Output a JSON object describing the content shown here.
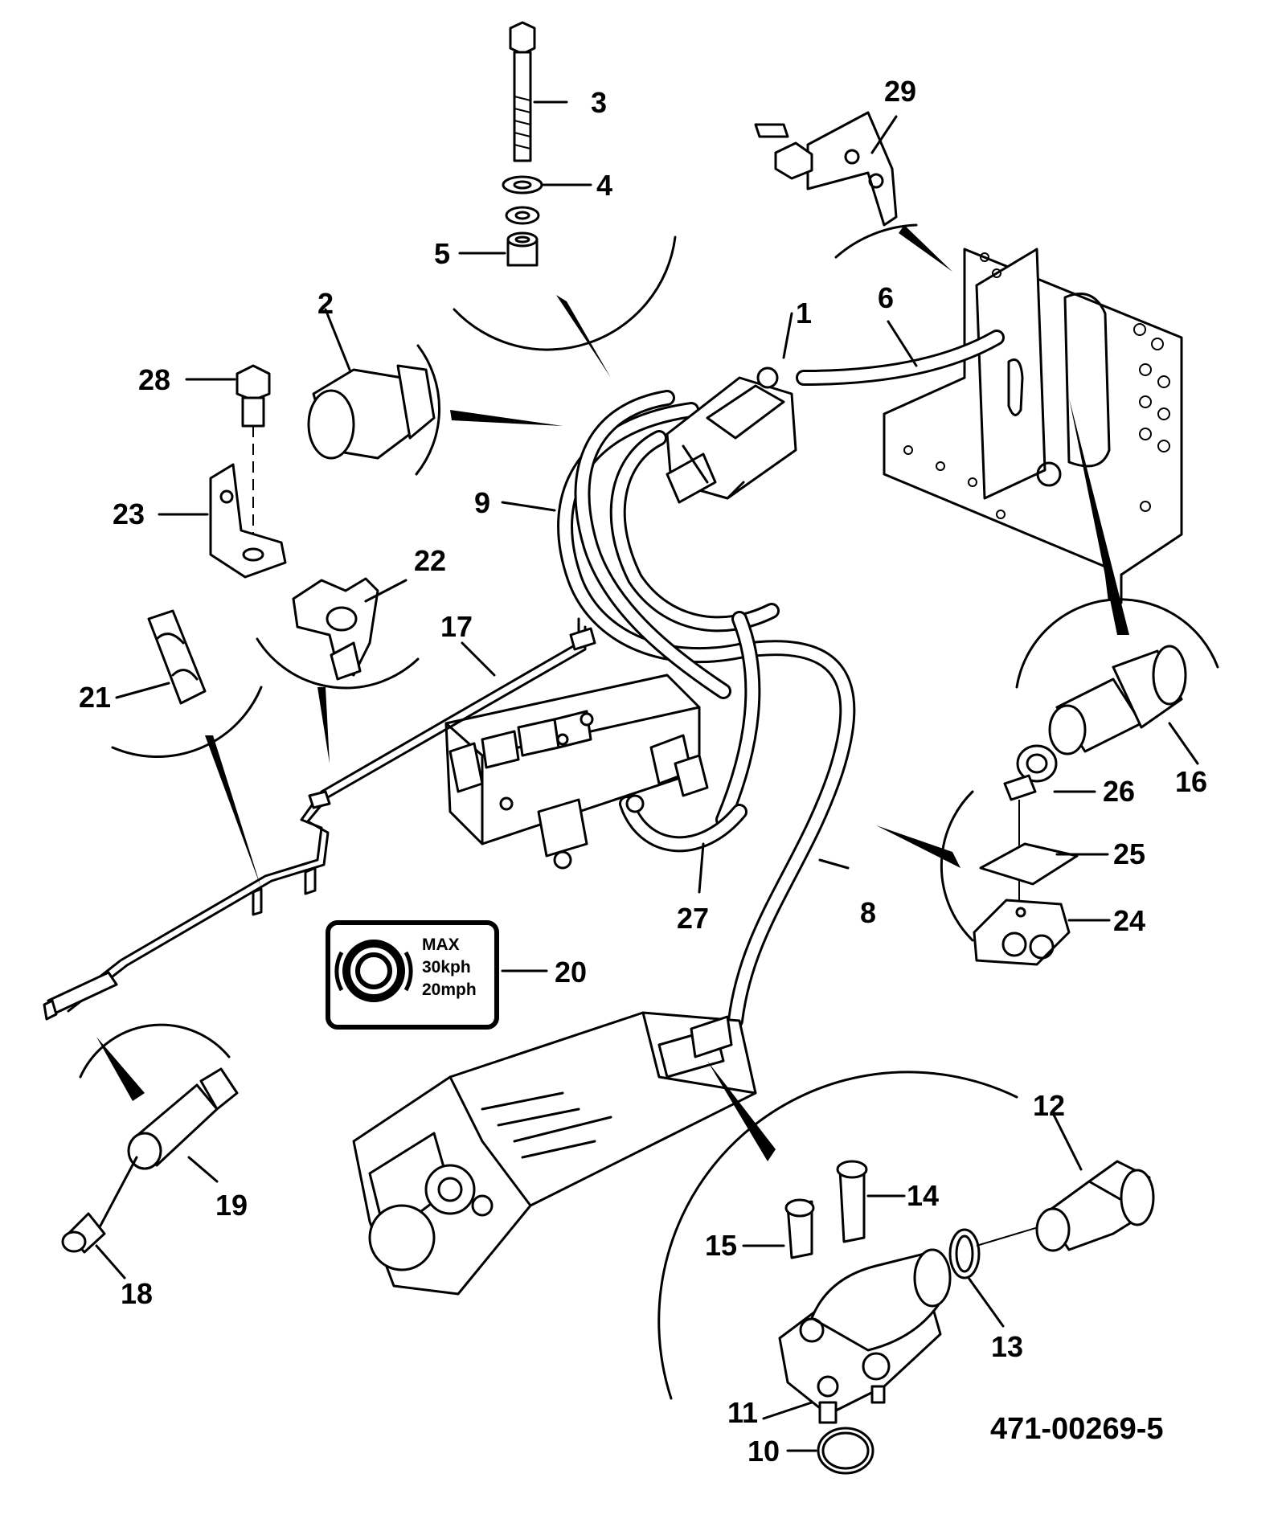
{
  "reference_number": "471-00269-5",
  "decal": {
    "line1": "MAX",
    "line2": "30kph",
    "line3": "20mph"
  },
  "callouts": {
    "c1": "1",
    "c2": "2",
    "c3": "3",
    "c4": "4",
    "c5": "5",
    "c6": "6",
    "c8": "8",
    "c9": "9",
    "c10": "10",
    "c11": "11",
    "c12": "12",
    "c13": "13",
    "c14": "14",
    "c15": "15",
    "c16": "16",
    "c17": "17",
    "c18": "18",
    "c19": "19",
    "c20": "20",
    "c21": "21",
    "c22": "22",
    "c23": "23",
    "c24": "24",
    "c25": "25",
    "c26": "26",
    "c27": "27",
    "c28": "28",
    "c29": "29"
  },
  "icons": [
    "bolt-icon",
    "washer-icon",
    "nut-icon",
    "hose-icon",
    "valve-icon",
    "bracket-icon",
    "clamp-icon",
    "fitting-icon",
    "decal-brake-icon",
    "pump-icon"
  ]
}
